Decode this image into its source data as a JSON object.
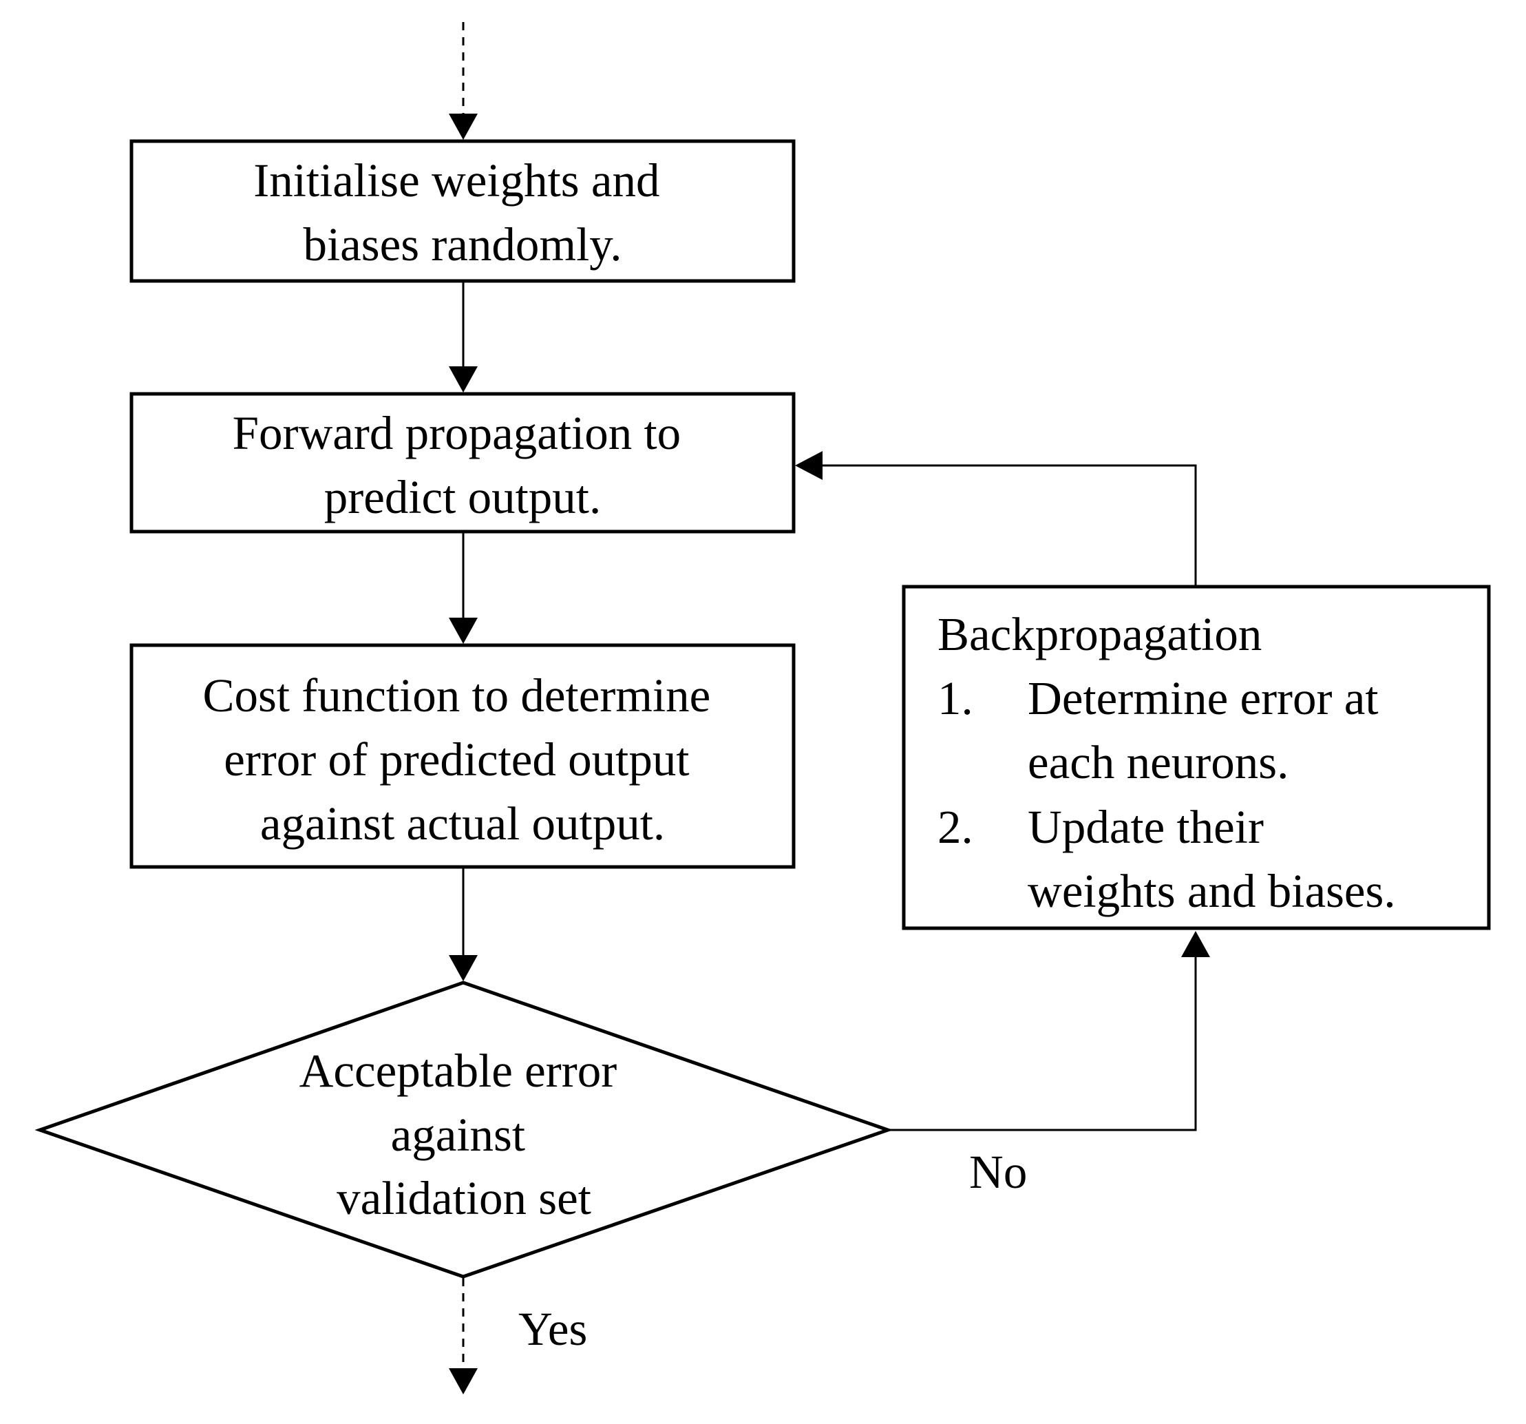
{
  "nodes": {
    "initialise": {
      "lines": [
        "Initialise weights and",
        "biases randomly."
      ]
    },
    "forward": {
      "lines": [
        "Forward propagation to",
        "predict output."
      ]
    },
    "cost": {
      "lines": [
        "Cost function to determine",
        "error of predicted output",
        "against actual output."
      ]
    },
    "decision": {
      "lines": [
        "Acceptable error",
        "against",
        "validation set"
      ]
    },
    "backprop": {
      "title": "Backpropagation",
      "steps": [
        {
          "number": "1.",
          "lines": [
            "Determine error at",
            "each neurons."
          ]
        },
        {
          "number": "2.",
          "lines": [
            "Update their",
            "weights and biases."
          ]
        }
      ]
    }
  },
  "edge_labels": {
    "no": "No",
    "yes": "Yes"
  },
  "colors": {
    "stroke": "#000000",
    "fill": "#ffffff",
    "text": "#000000"
  }
}
